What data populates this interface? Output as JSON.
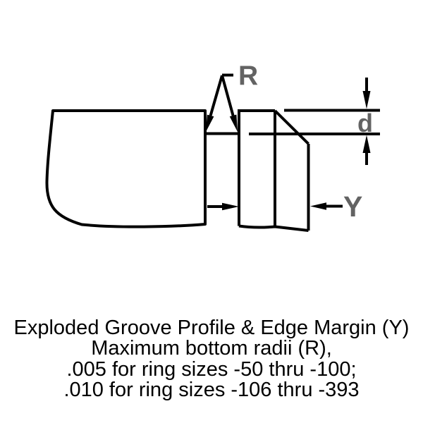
{
  "diagram": {
    "line_color": "#000000",
    "label_color": "#636363",
    "labels": {
      "radius": "R",
      "groove_depth": "d",
      "edge_margin": "Y"
    }
  },
  "caption": {
    "line1": "Exploded Groove Profile & Edge Margin (Y)",
    "line2": "Maximum bottom radii (R),",
    "line3": ".005 for ring sizes -50 thru -100;",
    "line4": ".010 for ring sizes -106 thru -393"
  }
}
